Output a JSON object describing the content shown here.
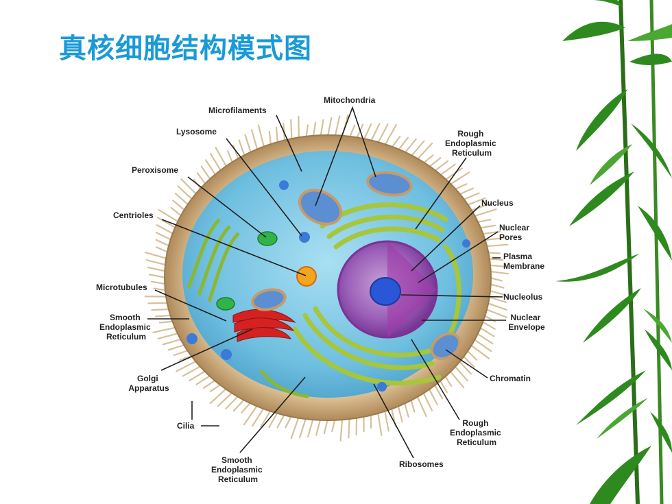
{
  "slide": {
    "title": "真核细胞结构模式图"
  },
  "labels": {
    "mitochondria": "Mitochondria",
    "microfilaments": "Microfilaments",
    "lysosome": "Lysosome",
    "peroxisome": "Peroxisome",
    "centrioles": "Centrioles",
    "microtubules": "Microtubules",
    "ser_left": [
      "Smooth",
      "Endoplasmic",
      "Reticulum"
    ],
    "golgi": [
      "Golgi",
      "Apparatus"
    ],
    "cilia": "Cilia",
    "ser_bottom": [
      "Smooth",
      "Endoplasmic",
      "Reticulum"
    ],
    "ribosomes": "Ribosomes",
    "rer_bottom": [
      "Rough",
      "Endoplasmic",
      "Reticulum"
    ],
    "chromatin": "Chromatin",
    "nuclear_envelope": [
      "Nuclear",
      "Envelope"
    ],
    "nucleolus": "Nucleolus",
    "plasma_membrane": [
      "Plasma",
      "Membrane"
    ],
    "nuclear_pores": [
      "Nuclear",
      "Pores"
    ],
    "nucleus": "Nucleus",
    "rer_top": [
      "Rough",
      "Endoplasmic",
      "Reticulum"
    ]
  },
  "colors": {
    "title": "#1a9ad6",
    "cytoplasm": "#7ec8e6",
    "membrane": "#d8b88a",
    "nucleus": "#9b4fb3",
    "nucleolus": "#2a56d8",
    "golgi": "#d42222",
    "er": "#9ec23a",
    "bamboo": "#2e7d1e"
  }
}
